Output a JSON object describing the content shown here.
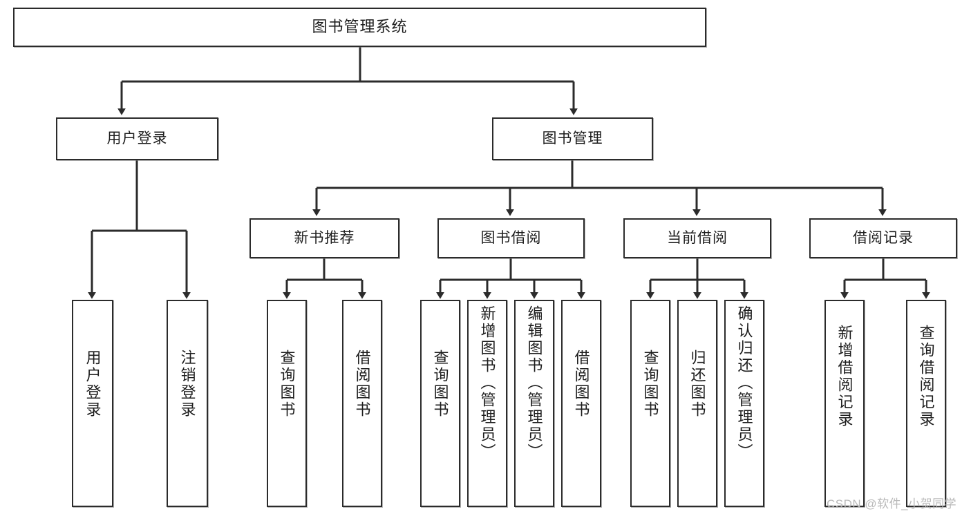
{
  "diagram": {
    "title": "图书管理系统",
    "type": "tree-hierarchy-diagram",
    "orientation": "top-down",
    "colors": {
      "box_border": "#2b2b2b",
      "box_fill": "#ffffff",
      "connector": "#2b2b2b",
      "text": "#1d1d1d",
      "watermark": "#b9b9b9"
    },
    "nodes": {
      "root": {
        "label": "图书管理系统",
        "level": 0,
        "text_direction": "horizontal"
      },
      "level1": [
        {
          "id": "user-login",
          "label": "用户登录",
          "text_direction": "horizontal"
        },
        {
          "id": "book-manage",
          "label": "图书管理",
          "text_direction": "horizontal"
        }
      ],
      "level2": [
        {
          "id": "new-book-recommend",
          "label": "新书推荐",
          "parent": "book-manage",
          "text_direction": "horizontal"
        },
        {
          "id": "book-borrow",
          "label": "图书借阅",
          "parent": "book-manage",
          "text_direction": "horizontal"
        },
        {
          "id": "current-borrow",
          "label": "当前借阅",
          "parent": "book-manage",
          "text_direction": "horizontal"
        },
        {
          "id": "borrow-record",
          "label": "借阅记录",
          "parent": "book-manage",
          "text_direction": "horizontal"
        }
      ],
      "leaves": [
        {
          "id": "leaf-user-login",
          "label": "用户登录",
          "parent": "user-login",
          "text_direction": "vertical"
        },
        {
          "id": "leaf-user-logout",
          "label": "注销登录",
          "parent": "user-login",
          "text_direction": "vertical"
        },
        {
          "id": "leaf-query-book-1",
          "label": "查询图书",
          "parent": "new-book-recommend",
          "text_direction": "vertical"
        },
        {
          "id": "leaf-borrow-book-1",
          "label": "借阅图书",
          "parent": "new-book-recommend",
          "text_direction": "vertical"
        },
        {
          "id": "leaf-query-book-2",
          "label": "查询图书",
          "parent": "book-borrow",
          "text_direction": "vertical"
        },
        {
          "id": "leaf-add-book",
          "label": "新增图书（管理员）",
          "parent": "book-borrow",
          "text_direction": "vertical"
        },
        {
          "id": "leaf-edit-book",
          "label": "编辑图书（管理员）",
          "parent": "book-borrow",
          "text_direction": "vertical"
        },
        {
          "id": "leaf-borrow-book-2",
          "label": "借阅图书",
          "parent": "book-borrow",
          "text_direction": "vertical"
        },
        {
          "id": "leaf-query-book-3",
          "label": "查询图书",
          "parent": "current-borrow",
          "text_direction": "vertical"
        },
        {
          "id": "leaf-return-book",
          "label": "归还图书",
          "parent": "current-borrow",
          "text_direction": "vertical"
        },
        {
          "id": "leaf-confirm-return",
          "label": "确认归还（管理员）",
          "parent": "current-borrow",
          "text_direction": "vertical"
        },
        {
          "id": "leaf-add-record",
          "label": "新增借阅记录",
          "parent": "borrow-record",
          "text_direction": "vertical"
        },
        {
          "id": "leaf-query-record",
          "label": "查询借阅记录",
          "parent": "borrow-record",
          "text_direction": "vertical"
        }
      ]
    },
    "watermark": "CSDN @软件_小贺同学"
  }
}
